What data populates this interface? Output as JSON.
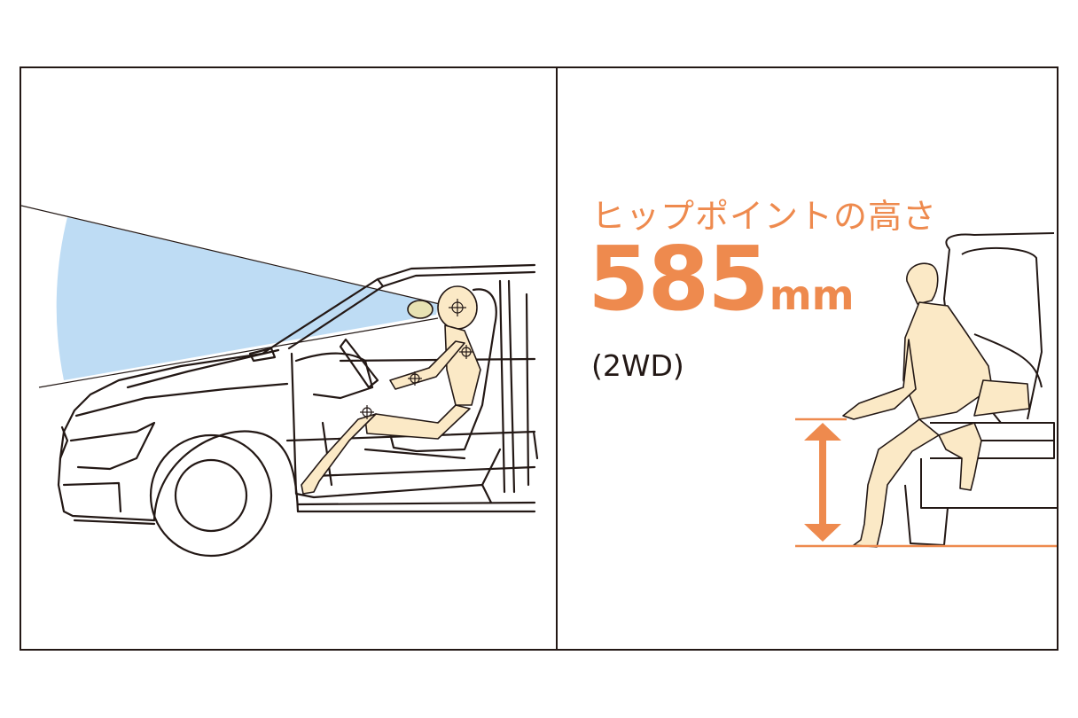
{
  "hip_point": {
    "heading": "ヒップポイントの高さ",
    "value": "585",
    "unit": "mm",
    "note": "(2WD)"
  },
  "colors": {
    "accent": "#EE8A4E",
    "skin": "#FBE9C6",
    "view_cone": "#BEDCF4",
    "line": "#231815"
  }
}
